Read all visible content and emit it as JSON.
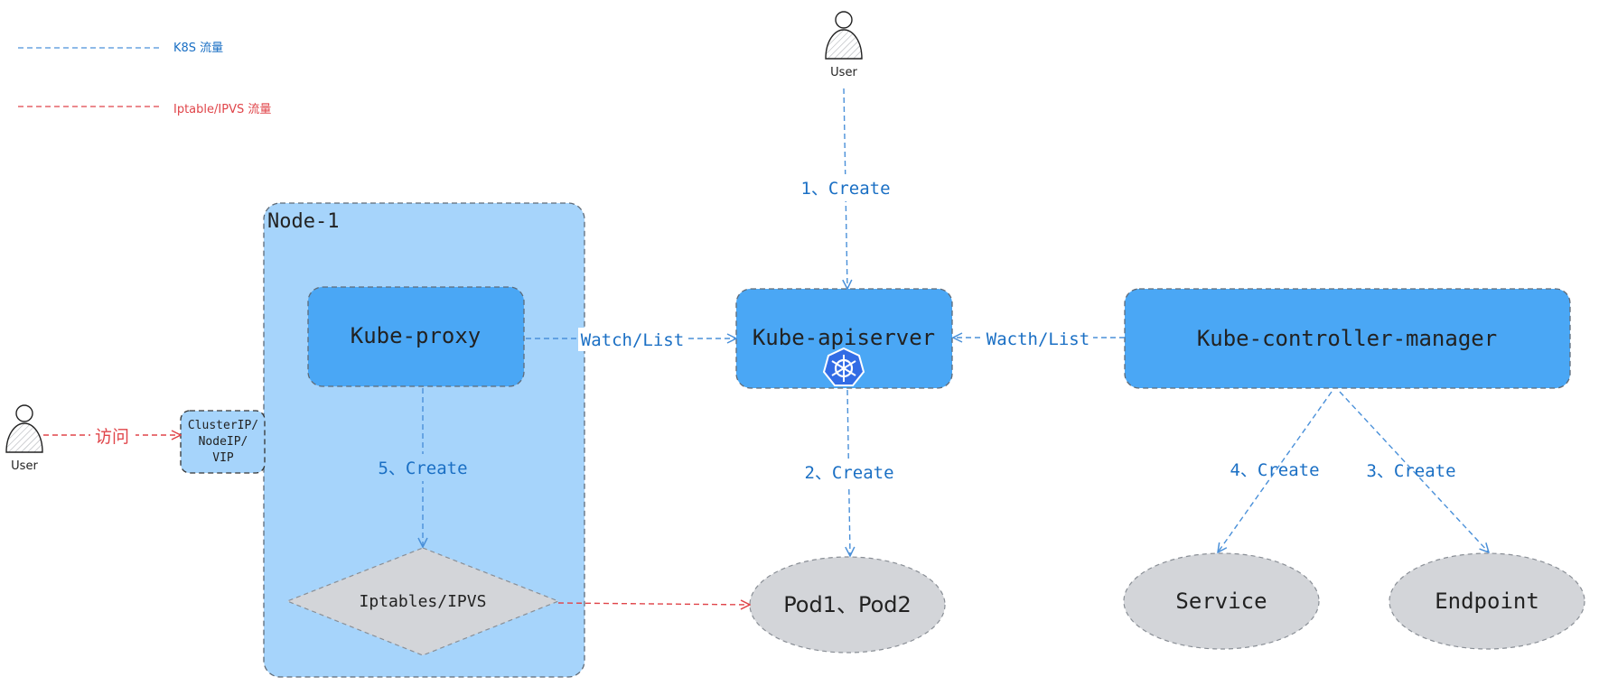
{
  "colors": {
    "k8s_flow": "#4a90d9",
    "iptables_flow": "#e0454a",
    "label_blue": "#1a6fc4",
    "node_fill": "#a6d4fb",
    "box_fill": "#4aa7f5",
    "gray_fill": "#d3d5d9",
    "stroke_dark": "#5f6b78"
  },
  "legend": {
    "k8s_label": "K8S 流量",
    "iptables_label": "Iptable/IPVS 流量"
  },
  "nodes": {
    "node1_label": "Node-1",
    "kube_proxy": "Kube-proxy",
    "kube_apiserver": "Kube-apiserver",
    "kube_controller_manager": "Kube-controller-manager",
    "iptables": "Iptables/IPVS",
    "pods": "Pod1、Pod2",
    "service": "Service",
    "endpoint": "Endpoint",
    "clusterip_lines": [
      "ClusterIP/",
      "NodeIP/",
      "VIP"
    ]
  },
  "users": {
    "top_user": "User",
    "left_user": "User"
  },
  "edges": {
    "step1": "1、Create",
    "step2": "2、Create",
    "step3": "3、Create",
    "step4": "4、Create",
    "step5": "5、Create",
    "watch_list": "Watch/List",
    "wacth_list": "Wacth/List",
    "visit": "访问"
  },
  "icons": [
    "user-icon",
    "kubernetes-helm-icon"
  ]
}
